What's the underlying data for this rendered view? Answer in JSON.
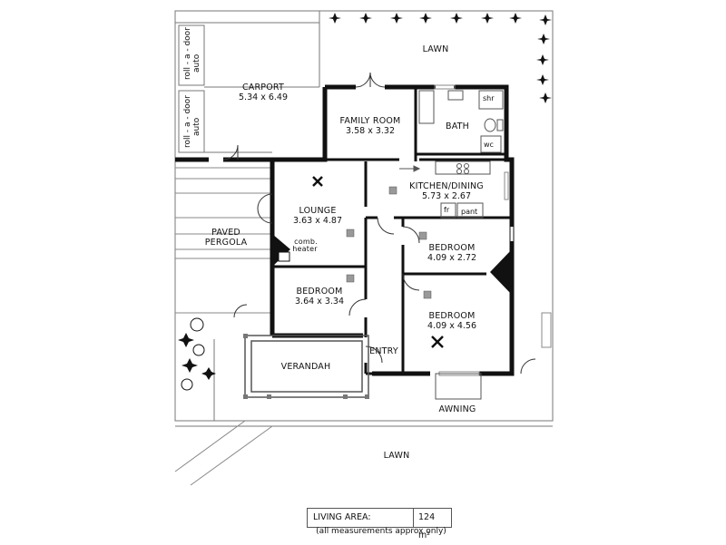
{
  "rooms": {
    "carport": {
      "name": "CARPORT",
      "dims": "5.34 x 6.49"
    },
    "family_room": {
      "name": "FAMILY ROOM",
      "dims": "3.58 x 3.32"
    },
    "bath": {
      "name": "BATH"
    },
    "kitchen": {
      "name": "KITCHEN/DINING",
      "dims": "5.73 x 2.67"
    },
    "lounge": {
      "name": "LOUNGE",
      "dims": "3.63 x 4.87"
    },
    "bedroom1": {
      "name": "BEDROOM",
      "dims": "4.09 x 2.72"
    },
    "bedroom2": {
      "name": "BEDROOM",
      "dims": "3.64 x 3.34"
    },
    "bedroom3": {
      "name": "BEDROOM",
      "dims": "4.09 x 4.56"
    },
    "verandah": {
      "name": "VERANDAH"
    },
    "entry": {
      "name": "ENTRY"
    }
  },
  "fixtures": {
    "shower": "shr",
    "wc": "wc",
    "fridge": "fr",
    "pantry": "pant",
    "heater_line1": "comb.",
    "heater_line2": "heater",
    "door1_line1": "auto",
    "door1_line2": "roll - a - door",
    "door2_line1": "auto",
    "door2_line2": "roll - a - door"
  },
  "outdoor": {
    "lawn_top": "LAWN",
    "lawn_bottom": "LAWN",
    "pergola_line1": "PAVED",
    "pergola_line2": "PERGOLA",
    "awning": "AWNING"
  },
  "summary": {
    "living_area_label": "LIVING AREA:",
    "living_area_value": "124 m²",
    "note": "(all measurements approx only)"
  },
  "colors": {
    "wall": "#111111",
    "line": "#666666",
    "fixture": "#888888"
  }
}
